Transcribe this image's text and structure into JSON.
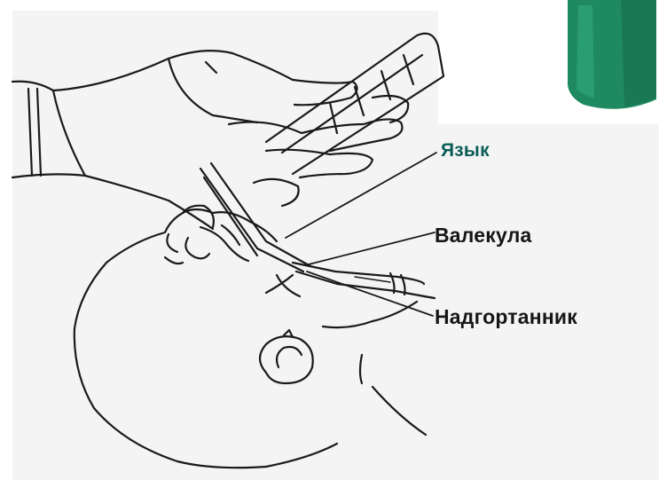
{
  "labels": {
    "tongue": "Язык",
    "vallecula": "Валекула",
    "epiglottis": "Надгортанник"
  },
  "colors": {
    "tongue_label": "#0b5d57",
    "label": "#161616",
    "line": "#1a1a1a",
    "inset_object": "#1f8a62"
  },
  "illustration": {
    "subject": "infant-intubation-laryngoscope",
    "inset": "green-cylinder"
  }
}
